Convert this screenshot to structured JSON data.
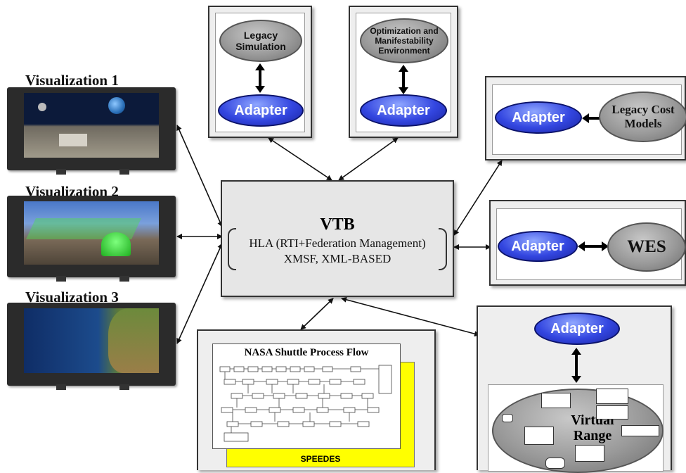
{
  "visualizations": [
    {
      "title": "Visualization 1"
    },
    {
      "title": "Visualization 2"
    },
    {
      "title": "Visualization 3"
    }
  ],
  "vtb": {
    "title": "VTB",
    "line1": "HLA (RTI+Federation Management)",
    "line2": "XMSF, XML-BASED"
  },
  "legacy_sim": {
    "label": "Legacy Simulation",
    "adapter": "Adapter"
  },
  "optimization": {
    "label": "Optimization and Manifestability Environment",
    "adapter": "Adapter"
  },
  "cost_models": {
    "label": "Legacy Cost Models",
    "adapter": "Adapter"
  },
  "wes": {
    "label": "WES",
    "adapter": "Adapter"
  },
  "shuttle": {
    "title": "NASA Shuttle Process Flow",
    "speedes": "SPEEDES"
  },
  "virtual_range": {
    "adapter": "Adapter",
    "label": "Virtual Range"
  },
  "colors": {
    "adapter_blue": "#3346e0",
    "legacy_gray": "#9a9a9a",
    "speedes_yellow": "#ffff00"
  }
}
